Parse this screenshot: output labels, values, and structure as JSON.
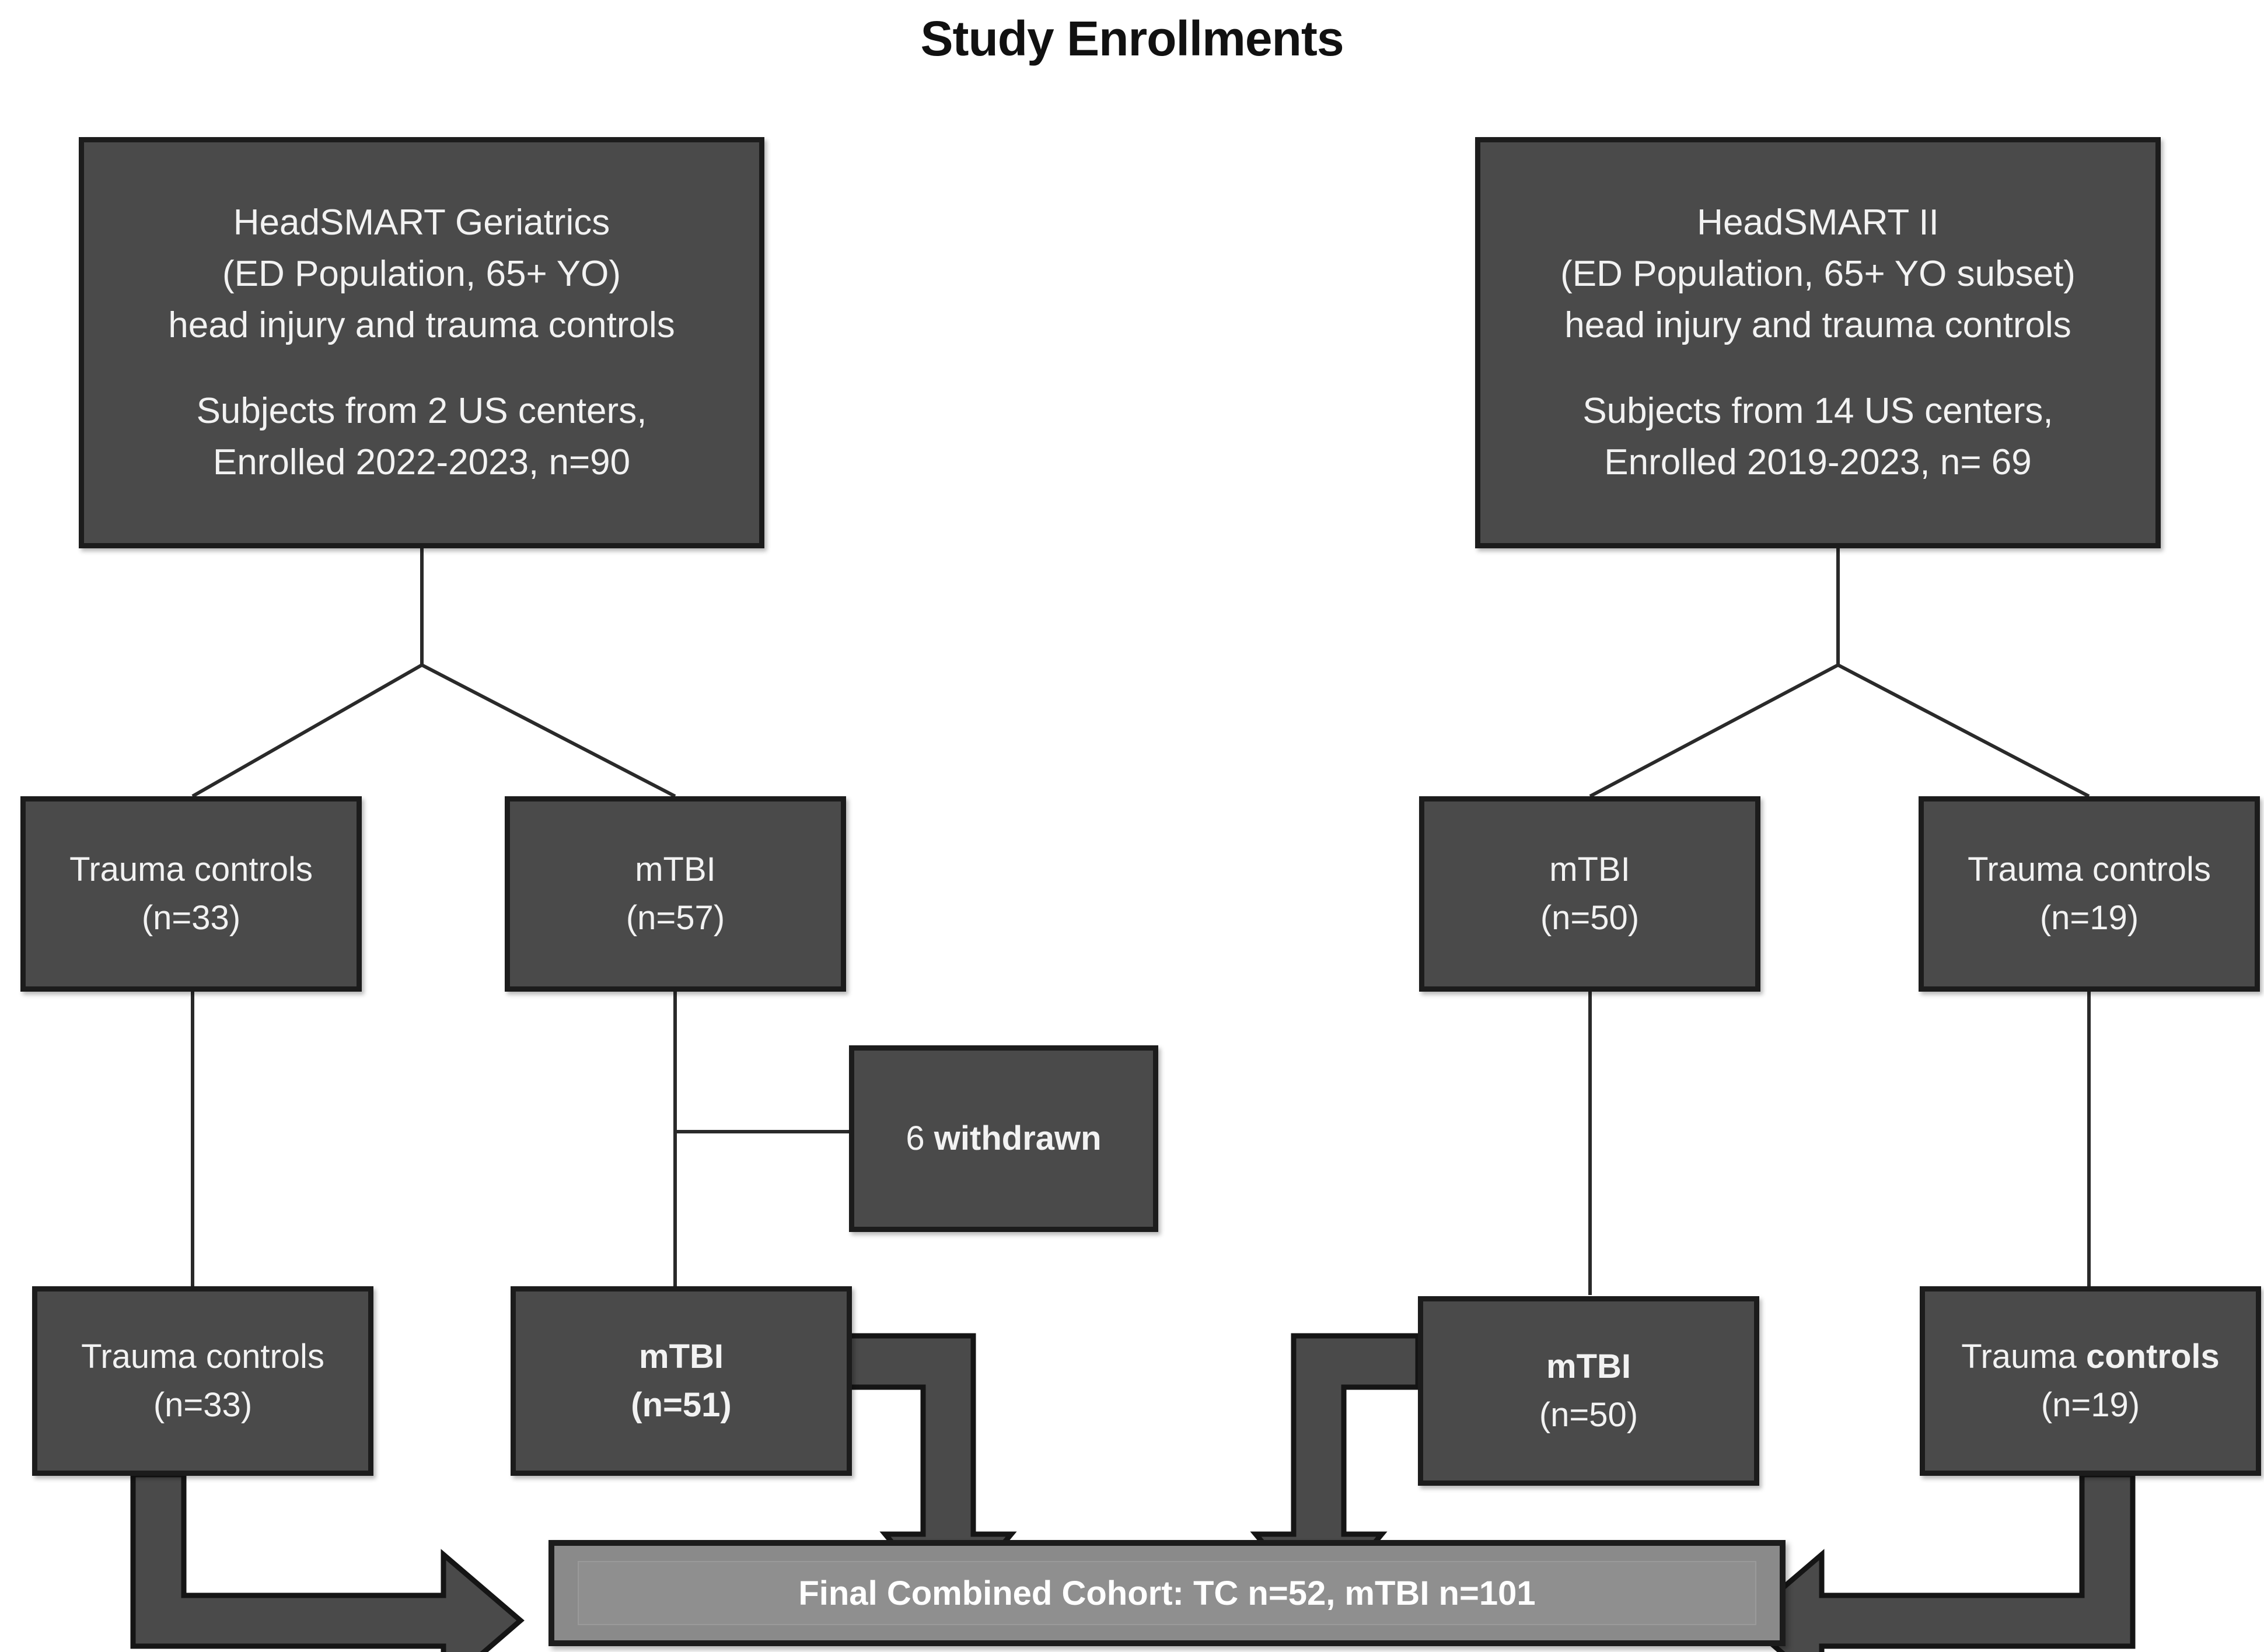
{
  "title": "Study Enrollments",
  "colors": {
    "box_fill": "#4a4a4a",
    "box_border": "#1c1c1c",
    "box_text": "#f2f2f2",
    "final_bar_fill": "#8a8a8a",
    "connector": "#2a2a2a",
    "arrow_fill": "#4a4a4a",
    "background": "#ffffff",
    "title_text": "#111111"
  },
  "nodes": {
    "study_left": {
      "name": "HeadSMART Geriatrics",
      "line1": "HeadSMART Geriatrics",
      "line2": "(ED Population, 65+ YO)",
      "line3": "head injury and trauma controls",
      "line4": "Subjects from 2 US centers,",
      "line5": "Enrolled 2022-2023, n=90"
    },
    "study_right": {
      "name": "HeadSMART II",
      "line1": "HeadSMART II",
      "line2": "(ED Population, 65+ YO subset)",
      "line3": "head injury and trauma controls",
      "line4": "Subjects from 14 US centers,",
      "line5": "Enrolled 2019-2023, n= 69"
    },
    "left_tc_enrolled": {
      "line1": "Trauma controls",
      "line2": "(n=33)"
    },
    "left_mtbi_enrolled": {
      "line1": "mTBI",
      "line2": "(n=57)"
    },
    "right_mtbi_enrolled": {
      "line1": "mTBI",
      "line2": "(n=50)"
    },
    "right_tc_enrolled": {
      "line1": "Trauma controls",
      "line2": "(n=19)"
    },
    "withdrawn": {
      "count": "6 ",
      "label": "withdrawn"
    },
    "left_tc_final": {
      "line1": "Trauma controls",
      "line2": "(n=33)"
    },
    "left_mtbi_final": {
      "line1": "mTBI",
      "line2": "(n=51)"
    },
    "right_mtbi_final": {
      "line1": "mTBI",
      "line2": "(n=50)"
    },
    "right_tc_final": {
      "line1_a": "Trauma ",
      "line1_b": "controls",
      "line2": "(n=19)"
    },
    "final_cohort": {
      "label": "Final Combined Cohort: TC n=52, mTBI n=101"
    }
  },
  "chart_data": {
    "type": "flowchart",
    "title": "Study Enrollments",
    "cohorts": [
      {
        "study": "HeadSMART Geriatrics",
        "population": "ED Population, 65+ YO",
        "description": "head injury and trauma controls",
        "centers": 2,
        "enrollment_years": "2022-2023",
        "n_total": 90,
        "groups": [
          {
            "group": "Trauma controls",
            "enrolled": 33,
            "withdrawn": 0,
            "final": 33
          },
          {
            "group": "mTBI",
            "enrolled": 57,
            "withdrawn": 6,
            "final": 51
          }
        ]
      },
      {
        "study": "HeadSMART II",
        "population": "ED Population, 65+ YO subset",
        "description": "head injury and trauma controls",
        "centers": 14,
        "enrollment_years": "2019-2023",
        "n_total": 69,
        "groups": [
          {
            "group": "mTBI",
            "enrolled": 50,
            "withdrawn": 0,
            "final": 50
          },
          {
            "group": "Trauma controls",
            "enrolled": 19,
            "withdrawn": 0,
            "final": 19
          }
        ]
      }
    ],
    "final_combined_cohort": {
      "TC": 52,
      "mTBI": 101
    }
  }
}
